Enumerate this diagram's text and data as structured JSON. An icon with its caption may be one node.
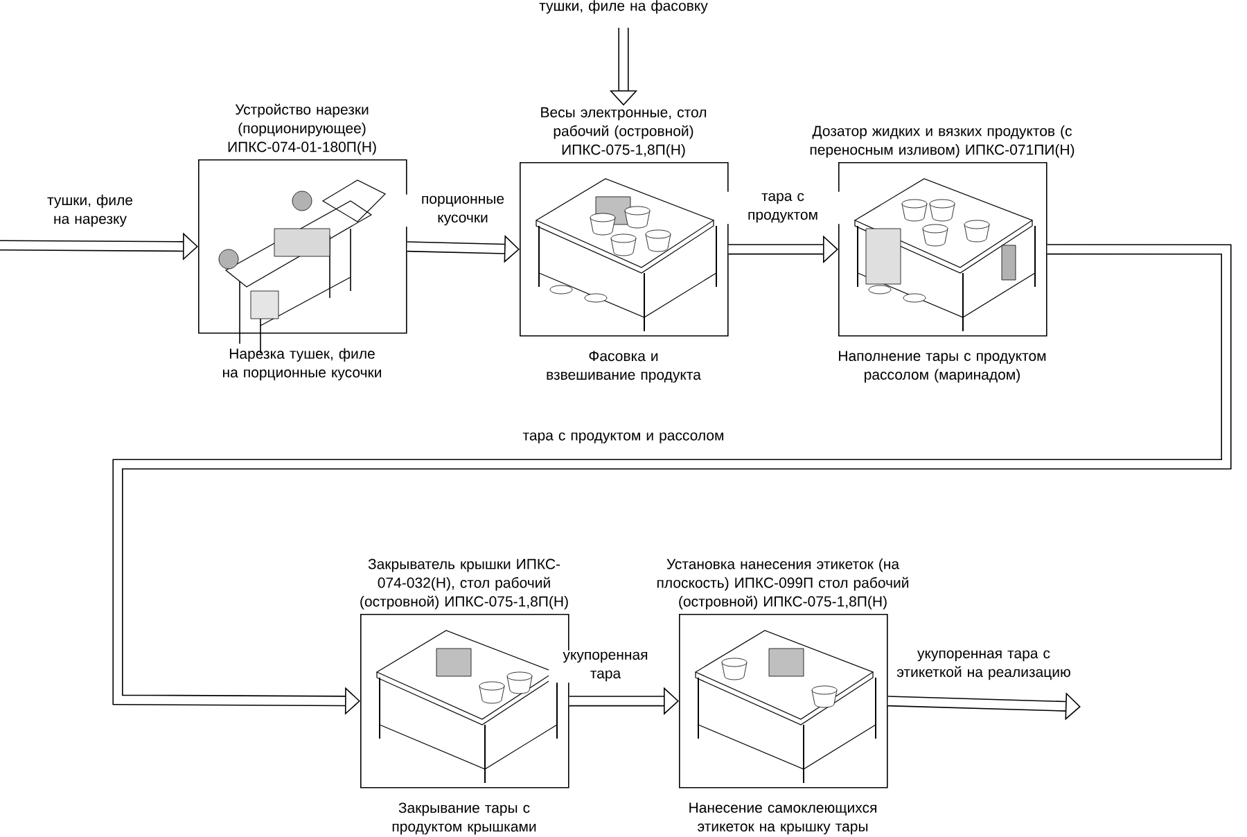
{
  "diagram": {
    "nodes": [
      {
        "text": [
          "Устройство нарезки (порционирующее) ИПКС-074-01-180П(Н)"
        ],
        "beside": [
          "Нарезка тушек, филе на порционные кусочки"
        ]
      },
      {
        "text": [
          "Весы электронные, стол рабочий (островной) ИПКС-075-1,8П(Н)"
        ],
        "beside": [
          "Фасовка и взвешивание продукта"
        ]
      },
      {
        "text": [
          "Дозатор жидких и вязких продуктов (с переносным изливом) ИПКС-071ПИ(Н)"
        ],
        "beside": [
          "Наполнение тары с продуктом рассолом (маринадом)"
        ]
      },
      {
        "text": [
          "Закрыватель крышки ИПКС-074-032(Н), стол рабочий (островной) ИПКС-075-1,8П(Н)"
        ],
        "beside": [
          "Закрывание тары с продуктом крышками"
        ]
      },
      {
        "text": [
          "Установка нанесения этикеток (на плоскость) ИПКС-099П стол рабочий (островной) ИПКС-075-1,8П(Н)"
        ],
        "beside": [
          "Нанесение самоклеющихся этикеток на крышку тары"
        ]
      }
    ],
    "edges": [
      {
        "from": null,
        "to": 0,
        "arrow": "to",
        "label": "тушки, филе на нарезку"
      },
      {
        "from": 0,
        "to": 1,
        "arrow": "to",
        "label": "порционные кусочки"
      },
      {
        "from": null,
        "to": 1,
        "arrow": "to",
        "label": "тушки, филе на фасовку"
      },
      {
        "from": 1,
        "to": 2,
        "arrow": "to",
        "label": "тара с продуктом"
      },
      {
        "from": 2,
        "to": 3,
        "arrow": "to",
        "label": "тара с продуктом и рассолом"
      },
      {
        "from": 3,
        "to": 4,
        "arrow": "to",
        "label": "укупоренная тара"
      },
      {
        "from": 4,
        "to": null,
        "arrow": "to",
        "label": "укупоренная тара с этикеткой на реализацию"
      }
    ]
  }
}
